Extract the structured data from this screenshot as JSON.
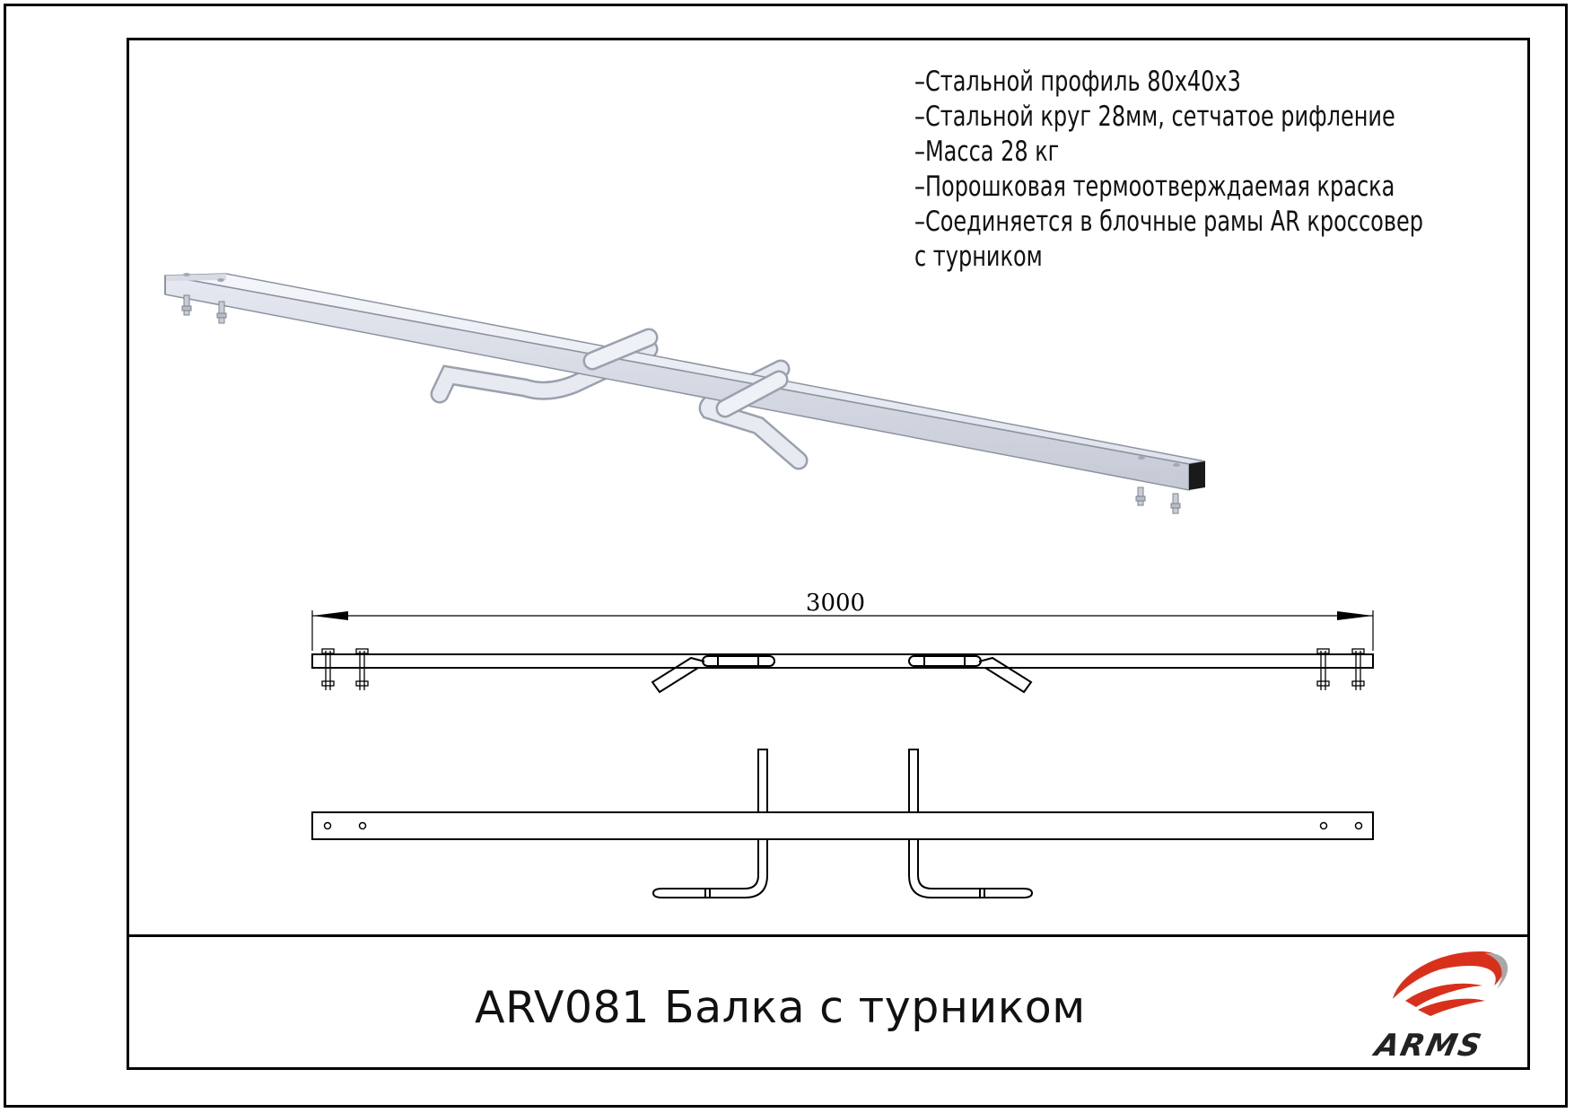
{
  "specs": [
    "–Стальной профиль 80х40х3",
    "–Стальной круг 28мм, сетчатое рифление",
    "–Масса 28 кг",
    "–Порошковая термоотверждаемая краска",
    "–Соединяется в блочные рамы AR кроссовер",
    "с турником"
  ],
  "dimension": "3000",
  "title": "ARV081 Балка с турником",
  "logo": {
    "text": "ARMS",
    "colors": {
      "red": "#d9301c",
      "gray": "#a8a8a8",
      "dark": "#222222"
    }
  }
}
